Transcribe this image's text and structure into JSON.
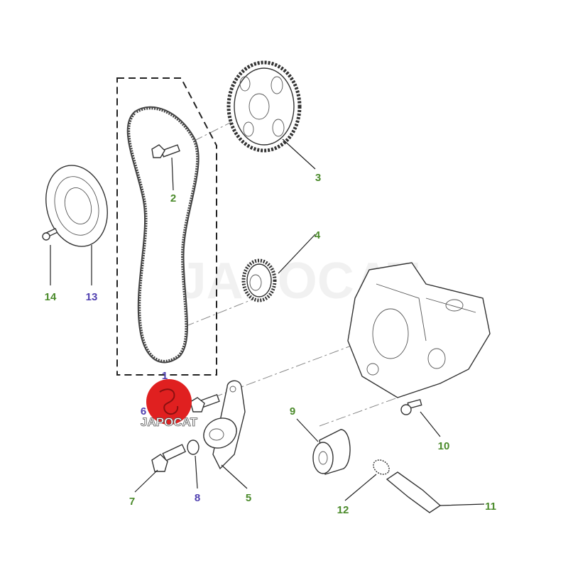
{
  "watermark": "JAPOCAT",
  "logo": {
    "text": "JAPOCAT",
    "color": "#e02020"
  },
  "colors": {
    "green_label": "#4a8a2a",
    "purple_label": "#5040b0"
  },
  "callouts": [
    {
      "id": "1",
      "color": "purple"
    },
    {
      "id": "2",
      "color": "green"
    },
    {
      "id": "3",
      "color": "green"
    },
    {
      "id": "4",
      "color": "green"
    },
    {
      "id": "5",
      "color": "green"
    },
    {
      "id": "6",
      "color": "purple"
    },
    {
      "id": "7",
      "color": "green"
    },
    {
      "id": "8",
      "color": "purple"
    },
    {
      "id": "9",
      "color": "green"
    },
    {
      "id": "10",
      "color": "green"
    },
    {
      "id": "11",
      "color": "green"
    },
    {
      "id": "12",
      "color": "green"
    },
    {
      "id": "13",
      "color": "purple"
    },
    {
      "id": "14",
      "color": "green"
    }
  ]
}
